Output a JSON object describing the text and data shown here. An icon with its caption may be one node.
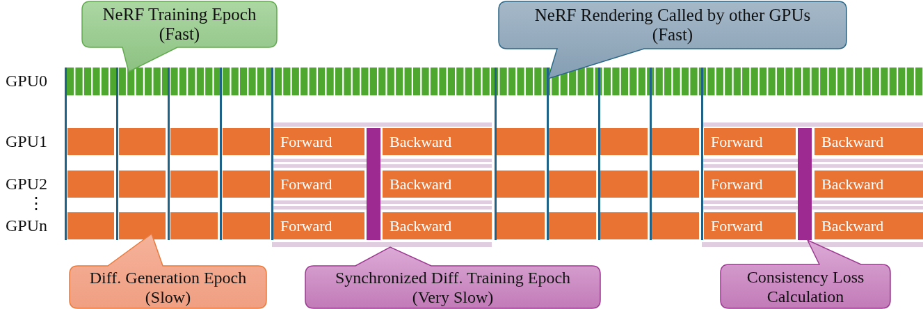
{
  "diagram": {
    "nodes": [
      {
        "text": [
          "NeRF Training Epoch (Fast)"
        ]
      },
      {
        "text": [
          "NeRF Rendering Called by other GPUs (Fast)"
        ]
      },
      {
        "text": [],
        "shape": "bar"
      },
      {
        "text": [],
        "shape": "bar"
      },
      {
        "text": [],
        "shape": "bar"
      },
      {
        "text": [],
        "shape": "bar"
      },
      {
        "text": [
          "Forward"
        ]
      },
      {
        "text": [
          "Backward"
        ]
      },
      {
        "text": [],
        "shape": "bar"
      },
      {
        "text": [],
        "shape": "bar"
      },
      {
        "text": [],
        "shape": "bar"
      },
      {
        "text": [],
        "shape": "bar"
      },
      {
        "text": [
          "Forward"
        ]
      },
      {
        "text": [
          "Backward"
        ]
      },
      {
        "text": [],
        "shape": "bar"
      },
      {
        "text": [],
        "shape": "bar"
      },
      {
        "text": [],
        "shape": "bar"
      },
      {
        "text": [],
        "shape": "bar"
      },
      {
        "text": [
          "Forward"
        ]
      },
      {
        "text": [
          "Backward"
        ]
      },
      {
        "text": [],
        "shape": "bar"
      },
      {
        "text": [],
        "shape": "bar"
      },
      {
        "text": [],
        "shape": "bar"
      },
      {
        "text": [],
        "shape": "bar"
      },
      {
        "text": [
          "Forward"
        ]
      },
      {
        "text": [
          "Backward"
        ]
      },
      {
        "text": [],
        "shape": "bar"
      },
      {
        "text": [],
        "shape": "bar"
      },
      {
        "text": [],
        "shape": "bar"
      },
      {
        "text": [],
        "shape": "bar"
      },
      {
        "text": [
          "Forward"
        ]
      },
      {
        "text": [
          "Backward"
        ]
      },
      {
        "text": [],
        "shape": "bar"
      },
      {
        "text": [],
        "shape": "bar"
      },
      {
        "text": [],
        "shape": "bar"
      },
      {
        "text": [],
        "shape": "bar"
      },
      {
        "text": [
          "Forward"
        ]
      },
      {
        "text": [
          "Backward"
        ]
      },
      {
        "text": [],
        "shape": "bar"
      },
      {
        "text": [],
        "shape": "bar"
      },
      {
        "text": [
          "Diff. Generation Epoch (Slow)"
        ]
      },
      {
        "text": [
          "Synchronized Diff. Training Epoch (Very Slow)"
        ]
      },
      {
        "text": [
          "Consistency Loss Calculation"
        ]
      }
    ],
    "labels": [
      "GPU0",
      "GPU1",
      "GPU2",
      "⋮",
      "GPUn"
    ]
  }
}
